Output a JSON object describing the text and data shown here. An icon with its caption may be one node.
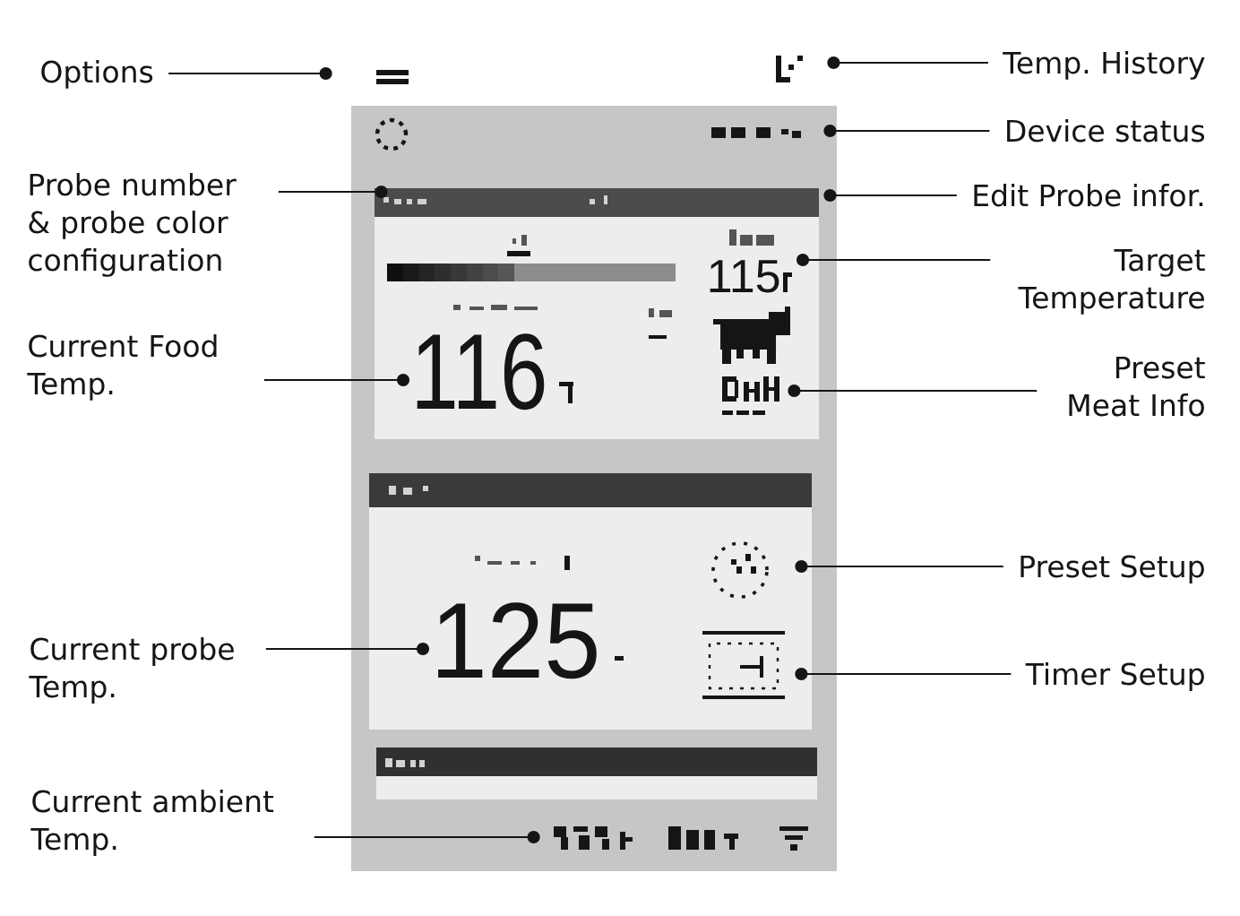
{
  "diagram": {
    "nodes": [
      {
        "text": [
          "Options"
        ]
      },
      {
        "text": [],
        "shape": "picture"
      },
      {
        "text": [],
        "shape": "picture"
      },
      {
        "text": [
          "Temp. History"
        ]
      },
      {
        "text": [],
        "shape": "picture"
      },
      {
        "text": [
          "Device status"
        ]
      },
      {
        "text": [
          "Probe number & probe color configuration"
        ]
      },
      {
        "text": [],
        "shape": "bar"
      },
      {
        "text": [
          "Edit Probe infor."
        ]
      },
      {
        "text": [
          "115"
        ]
      },
      {
        "text": [
          "Target Temperature"
        ]
      },
      {
        "text": [
          "Current Food Temp."
        ]
      },
      {
        "text": [
          "116"
        ]
      },
      {
        "text": [],
        "shape": "picture"
      },
      {
        "text": [
          "Preset Meat Info"
        ]
      },
      {
        "text": [],
        "shape": "picture"
      },
      {
        "text": [
          "Preset Setup"
        ]
      },
      {
        "text": [
          "Current probe Temp."
        ]
      },
      {
        "text": [
          "125"
        ]
      },
      {
        "text": [],
        "shape": "picture"
      },
      {
        "text": [
          "Timer Setup"
        ]
      },
      {
        "text": [
          "Current ambient Temp."
        ]
      },
      {
        "text": [],
        "shape": "picture"
      }
    ],
    "edges": [
      {
        "from": 0,
        "to": 1,
        "arrow": "other"
      },
      {
        "from": 3,
        "to": 2,
        "arrow": "other"
      },
      {
        "from": 5,
        "to": 4,
        "arrow": "other"
      },
      {
        "from": 6,
        "to": 7,
        "arrow": "other"
      },
      {
        "from": 8,
        "to": 7,
        "arrow": "other"
      },
      {
        "from": 10,
        "to": 9,
        "arrow": "other"
      },
      {
        "from": 11,
        "to": 12,
        "arrow": "other"
      },
      {
        "from": 14,
        "to": 13,
        "arrow": "other"
      },
      {
        "from": 16,
        "to": 15,
        "arrow": "other"
      },
      {
        "from": 17,
        "to": 18,
        "arrow": "other"
      },
      {
        "from": 20,
        "to": 19,
        "arrow": "other"
      },
      {
        "from": 21,
        "to": 22,
        "arrow": "other"
      }
    ]
  }
}
